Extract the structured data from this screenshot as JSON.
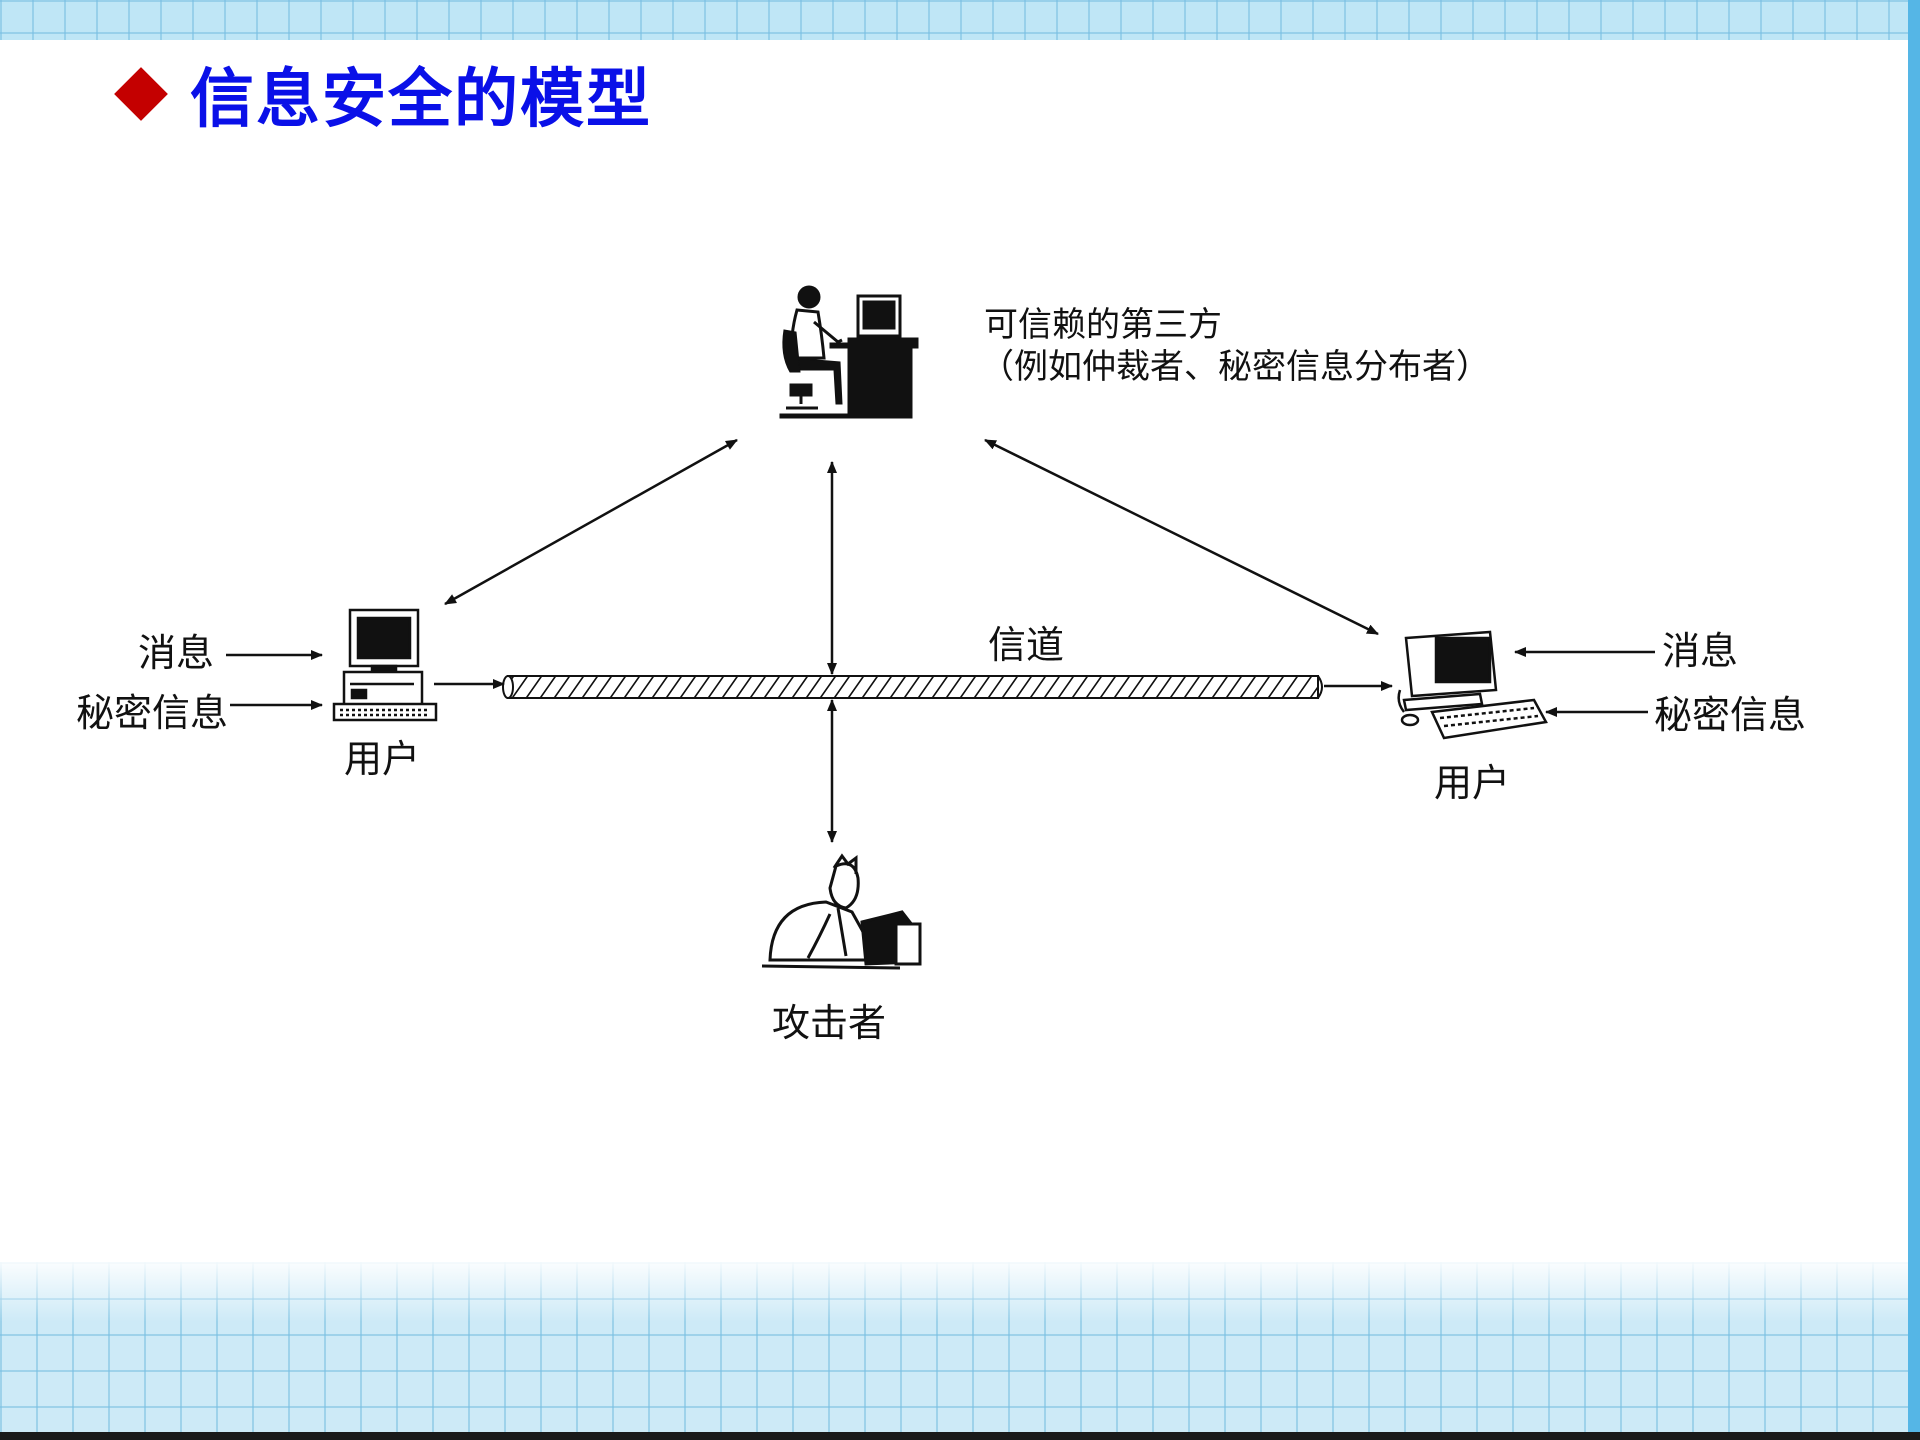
{
  "title": "信息安全的模型",
  "trusted_party": {
    "line1": "可信赖的第三方",
    "line2": "（例如仲裁者、秘密信息分布者）"
  },
  "channel_label": "信道",
  "attacker_label": "攻击者",
  "left_user": {
    "label": "用户",
    "input_message": "消息",
    "input_secret": "秘密信息"
  },
  "right_user": {
    "label": "用户",
    "input_message": "消息",
    "input_secret": "秘密信息"
  },
  "colors": {
    "title": "#0a10e8",
    "bullet": "#c40000",
    "accent_band": "#bfe6f6"
  }
}
